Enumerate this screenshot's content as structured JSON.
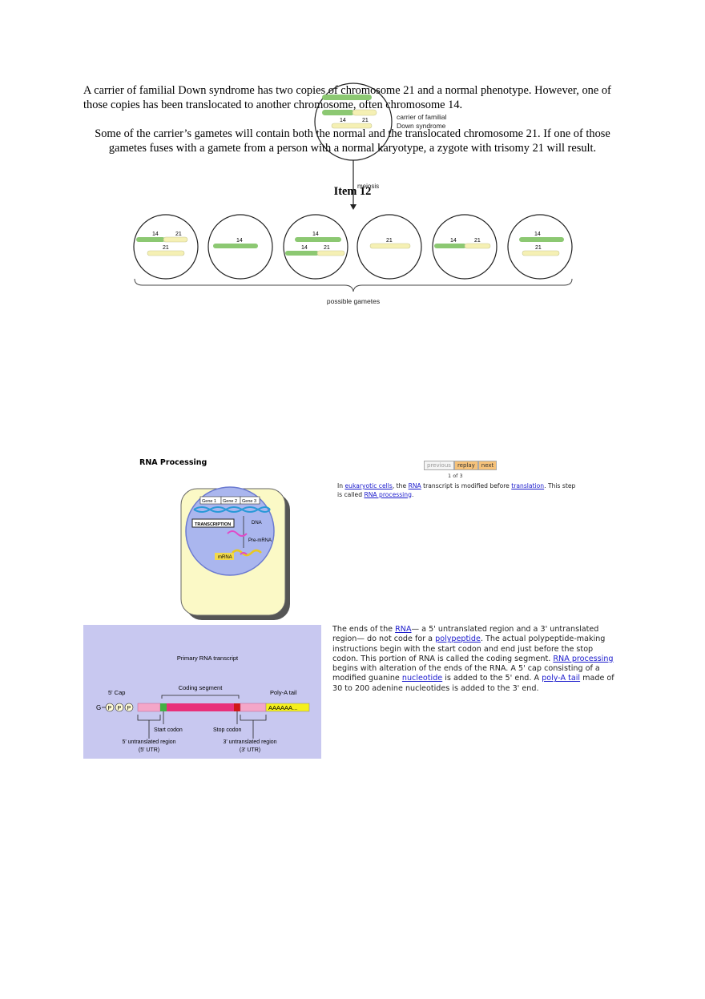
{
  "paragraph1": "A carrier of familial Down syndrome has two copies of chromosome 21 and a normal phenotype. However, one of those copies has been translocated to another chromosome, often chromosome 14.",
  "paragraph2": "Some of the carrier’s gametes will contain both the normal and the translocated chromosome 21. If one of those gametes fuses with a gamete from a person with a normal karyotype, a zygote with trisomy 21 will result.",
  "item_label": "Item 12",
  "down_figure": {
    "carrier_label_line1": "carrier of familial",
    "carrier_label_line2": "Down syndrome",
    "meiosis_label": "meiosis",
    "gametes_label": "possible gametes",
    "chr14": "14",
    "chr21": "21"
  },
  "rna": {
    "title": "RNA Processing",
    "nav": {
      "previous": "previous",
      "replay": "replay",
      "next": "next"
    },
    "pager": "1 of 3",
    "text1": {
      "t1": "In ",
      "l1": "eukaryotic cells",
      "t2": ", the ",
      "l2": "RNA",
      "t3": " transcript is modified before ",
      "l3": "translation",
      "t4": ". This step is called ",
      "l4": "RNA processing",
      "t5": "."
    },
    "cell": {
      "gene1": "Gene 1",
      "gene2": "Gene 2",
      "gene3": "Gene 3",
      "transcription": "TRANSCRIPTION",
      "dna": "DNA",
      "premrna": "Pre-mRNA",
      "mrna": "mRNA"
    },
    "transcript": {
      "title": "Primary RNA transcript",
      "coding": "Coding segment",
      "cap": "5' Cap",
      "polya": "Poly-A tail",
      "g": "G",
      "p": "P",
      "aaaa": "AAAAAA...",
      "start": "Start codon",
      "stop": "Stop codon",
      "utr5_1": "5' untranslated region",
      "utr5_2": "(5' UTR)",
      "utr3_1": "3' untranslated region",
      "utr3_2": "(3' UTR)"
    },
    "text2": {
      "t1": "The ends of the ",
      "l1": "RNA",
      "t2": "— a 5' untranslated region and a 3' untranslated region— do not code for a ",
      "l2": "polypeptide",
      "t3": ". The actual polypeptide-making instructions begin with the start codon and end just before the stop codon. This portion of RNA is called the coding segment. ",
      "l3": "RNA processing",
      "t4": " begins with alteration of the ends of the RNA. A 5' cap consisting of a modified guanine ",
      "l4": "nucleotide",
      "t5": " is added to the 5' end. A ",
      "l5": "poly-A tail",
      "t6": " made of 30 to 200 adenine nucleotides is added to the 3' end."
    }
  },
  "colors": {
    "chr14": "#8cc872",
    "chr21": "#f5f0b4",
    "panel": "#c8c8f0",
    "link": "#1a1acc"
  }
}
